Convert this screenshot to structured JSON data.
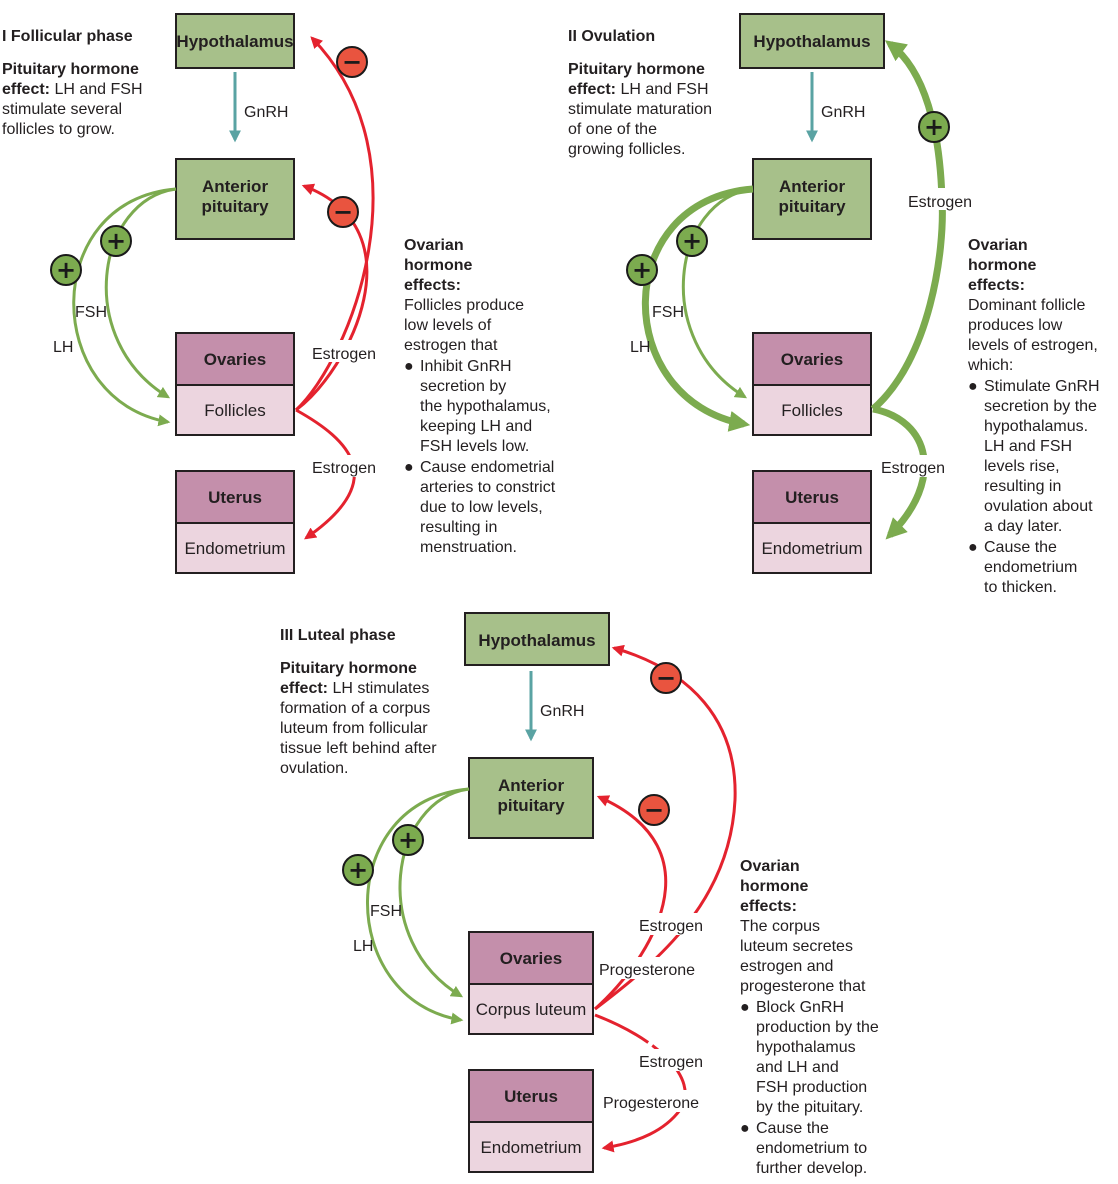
{
  "phase1": {
    "title": "I Follicular phase",
    "pituitary": {
      "heading": "Pituitary hormone",
      "lines": [
        "effect:",
        " LH and FSH",
        "stimulate several",
        "follicles to grow."
      ]
    },
    "boxes": {
      "hypothalamus": "Hypothalamus",
      "anterior_line1": "Anterior",
      "anterior_line2": "pituitary",
      "ovaries": "Ovaries",
      "follicles": "Follicles",
      "uterus": "Uterus",
      "endometrium": "Endometrium"
    },
    "labels": {
      "gnrh": "GnRH",
      "fsh": "FSH",
      "lh": "LH",
      "estrogen_up": "Estrogen",
      "estrogen_down": "Estrogen"
    },
    "ovarian": {
      "heading": [
        "Ovarian",
        "hormone",
        "effects:"
      ],
      "lines": [
        "Follicles produce",
        "low levels of",
        "estrogen that"
      ],
      "bullets": [
        [
          "Inhibit GnRH",
          "secretion by",
          "the hypothalamus,",
          "keeping LH and",
          "FSH levels low."
        ],
        [
          "Cause endometrial",
          "arteries to constrict",
          "due to low levels,",
          "resulting in",
          "menstruation."
        ]
      ]
    }
  },
  "phase2": {
    "title": "II Ovulation",
    "pituitary": {
      "heading": "Pituitary hormone",
      "lines": [
        "effect:",
        " LH and FSH",
        "stimulate maturation",
        "of one of the",
        "growing follicles."
      ]
    },
    "boxes": {
      "hypothalamus": "Hypothalamus",
      "anterior_line1": "Anterior",
      "anterior_line2": "pituitary",
      "ovaries": "Ovaries",
      "follicles": "Follicles",
      "uterus": "Uterus",
      "endometrium": "Endometrium"
    },
    "labels": {
      "gnrh": "GnRH",
      "fsh": "FSH",
      "lh": "LH",
      "estrogen_up": "Estrogen",
      "estrogen_down": "Estrogen"
    },
    "ovarian": {
      "heading": [
        "Ovarian",
        "hormone",
        "effects:"
      ],
      "lines": [
        "Dominant follicle",
        "produces low",
        "levels of estrogen,",
        "which:"
      ],
      "bullets": [
        [
          "Stimulate GnRH",
          "secretion by the",
          "hypothalamus.",
          "LH and FSH",
          "levels rise,",
          "resulting in",
          "ovulation about",
          "a day later."
        ],
        [
          "Cause the",
          "endometrium",
          "to thicken."
        ]
      ]
    }
  },
  "phase3": {
    "title": "III Luteal phase",
    "pituitary": {
      "heading": "Pituitary hormone",
      "lines": [
        "effect:",
        " LH stimulates",
        "formation of a corpus",
        "luteum from follicular",
        "tissue left behind after",
        "ovulation."
      ]
    },
    "boxes": {
      "hypothalamus": "Hypothalamus",
      "anterior_line1": "Anterior",
      "anterior_line2": "pituitary",
      "ovaries": "Ovaries",
      "corpus": "Corpus luteum",
      "uterus": "Uterus",
      "endometrium": "Endometrium"
    },
    "labels": {
      "gnrh": "GnRH",
      "fsh": "FSH",
      "lh": "LH",
      "estrogen_up": "Estrogen",
      "progesterone_up": "Progesterone",
      "estrogen_down": "Estrogen",
      "progesterone_down": "Progesterone"
    },
    "ovarian": {
      "heading": [
        "Ovarian",
        "hormone",
        "effects:"
      ],
      "lines": [
        "The corpus",
        "luteum secretes",
        "estrogen and",
        "progesterone that"
      ],
      "bullets": [
        [
          "Block GnRH",
          "production by the",
          "hypothalamus",
          "and LH and",
          "FSH production",
          "by the pituitary."
        ],
        [
          "Cause the",
          "endometrium to",
          "further develop."
        ]
      ]
    }
  },
  "symbols": {
    "plus": "+",
    "minus": "−",
    "bullet": "●"
  },
  "colors": {
    "green_box": "#a7c08a",
    "ovary_box": "#c48fab",
    "pink_box": "#ecd5df",
    "green_arrow": "#7cab4f",
    "red_arrow": "#e4222e",
    "teal_arrow": "#5aa3a3",
    "minus_circle": "#e9543f"
  }
}
